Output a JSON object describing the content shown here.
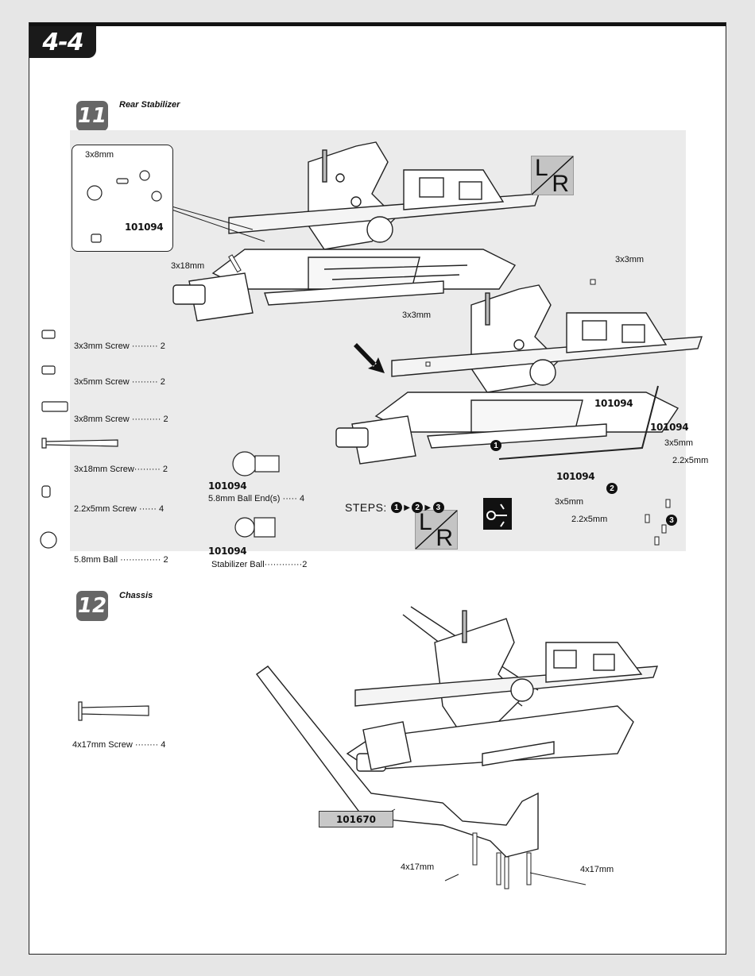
{
  "page": {
    "section": "4-4"
  },
  "step11": {
    "number": "11",
    "title": "Rear Stabilizer",
    "inset": {
      "screw": "3x8mm",
      "part_code": "101094"
    },
    "callouts": {
      "screw_3x18": "3x18mm",
      "screw_3x3_top": "3x3mm",
      "screw_3x3_mid": "3x3mm",
      "code_a": "101094",
      "code_b": "101094",
      "code_c": "101094",
      "screw_3x5_a": "3x5mm",
      "screw_3x5_b": "3x5mm",
      "screw_2x5_a": "2.2x5mm",
      "screw_2x5_b": "2.2x5mm",
      "step1": "1",
      "step2": "2",
      "step3": "3"
    },
    "lr_top": {
      "l": "L",
      "r": "R"
    },
    "lr_bottom": {
      "l": "L",
      "r": "R"
    },
    "steps_label": "STEPS:",
    "steps": [
      "1",
      "2",
      "3"
    ],
    "parts": [
      {
        "name": "3x3mm  Screw",
        "dots": "·········",
        "qty": "2"
      },
      {
        "name": "3x5mm  Screw",
        "dots": "·········",
        "qty": "2"
      },
      {
        "name": "3x8mm  Screw",
        "dots": "··········",
        "qty": "2"
      },
      {
        "name": "3x18mm Screw",
        "dots": "·········",
        "qty": "2"
      },
      {
        "name": "2.2x5mm  Screw",
        "dots": "······",
        "qty": "4"
      },
      {
        "name": "5.8mm Ball",
        "dots": "··············",
        "qty": "2"
      }
    ],
    "ball_end": {
      "code": "101094",
      "name": "5.8mm Ball End(s)",
      "dots": "·····",
      "qty": "4"
    },
    "stab_ball": {
      "code": "101094",
      "name": "Stabilizer Ball",
      "dots": "·············",
      "qty": "2"
    }
  },
  "step12": {
    "number": "12",
    "title": "Chassis",
    "part": {
      "name": "4x17mm  Screw",
      "dots": "········",
      "qty": "4"
    },
    "chassis_code": "101670",
    "screw_left": "4x17mm",
    "screw_right": "4x17mm"
  }
}
